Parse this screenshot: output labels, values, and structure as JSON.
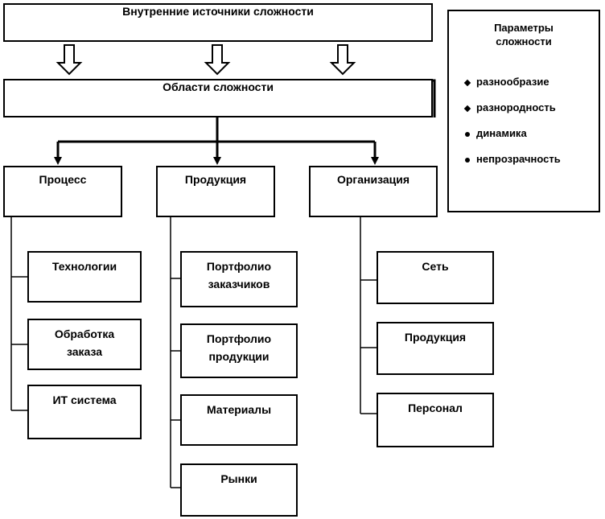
{
  "top_box": {
    "label": "Внутренние источники сложности"
  },
  "middle_box": {
    "label": "Области сложности"
  },
  "params_box": {
    "title": "Параметры\nсложности",
    "items": [
      {
        "label": "разнообразие",
        "bullet": "diamond"
      },
      {
        "label": "разнородность",
        "bullet": "diamond"
      },
      {
        "label": "динамика",
        "bullet": "dot"
      },
      {
        "label": "непрозрачность",
        "bullet": "dot"
      }
    ]
  },
  "categories": [
    {
      "label": "Процесс",
      "children": [
        {
          "label": "Технологии"
        },
        {
          "label": "Обработка\nзаказа"
        },
        {
          "label": "ИТ система"
        }
      ]
    },
    {
      "label": "Продукция",
      "children": [
        {
          "label": "Портфолио\nзаказчиков"
        },
        {
          "label": "Портфолио\nпродукции"
        },
        {
          "label": "Материалы"
        },
        {
          "label": "Рынки"
        }
      ]
    },
    {
      "label": "Организация",
      "children": [
        {
          "label": "Сеть"
        },
        {
          "label": "Продукция"
        },
        {
          "label": "Персонал"
        }
      ]
    }
  ]
}
